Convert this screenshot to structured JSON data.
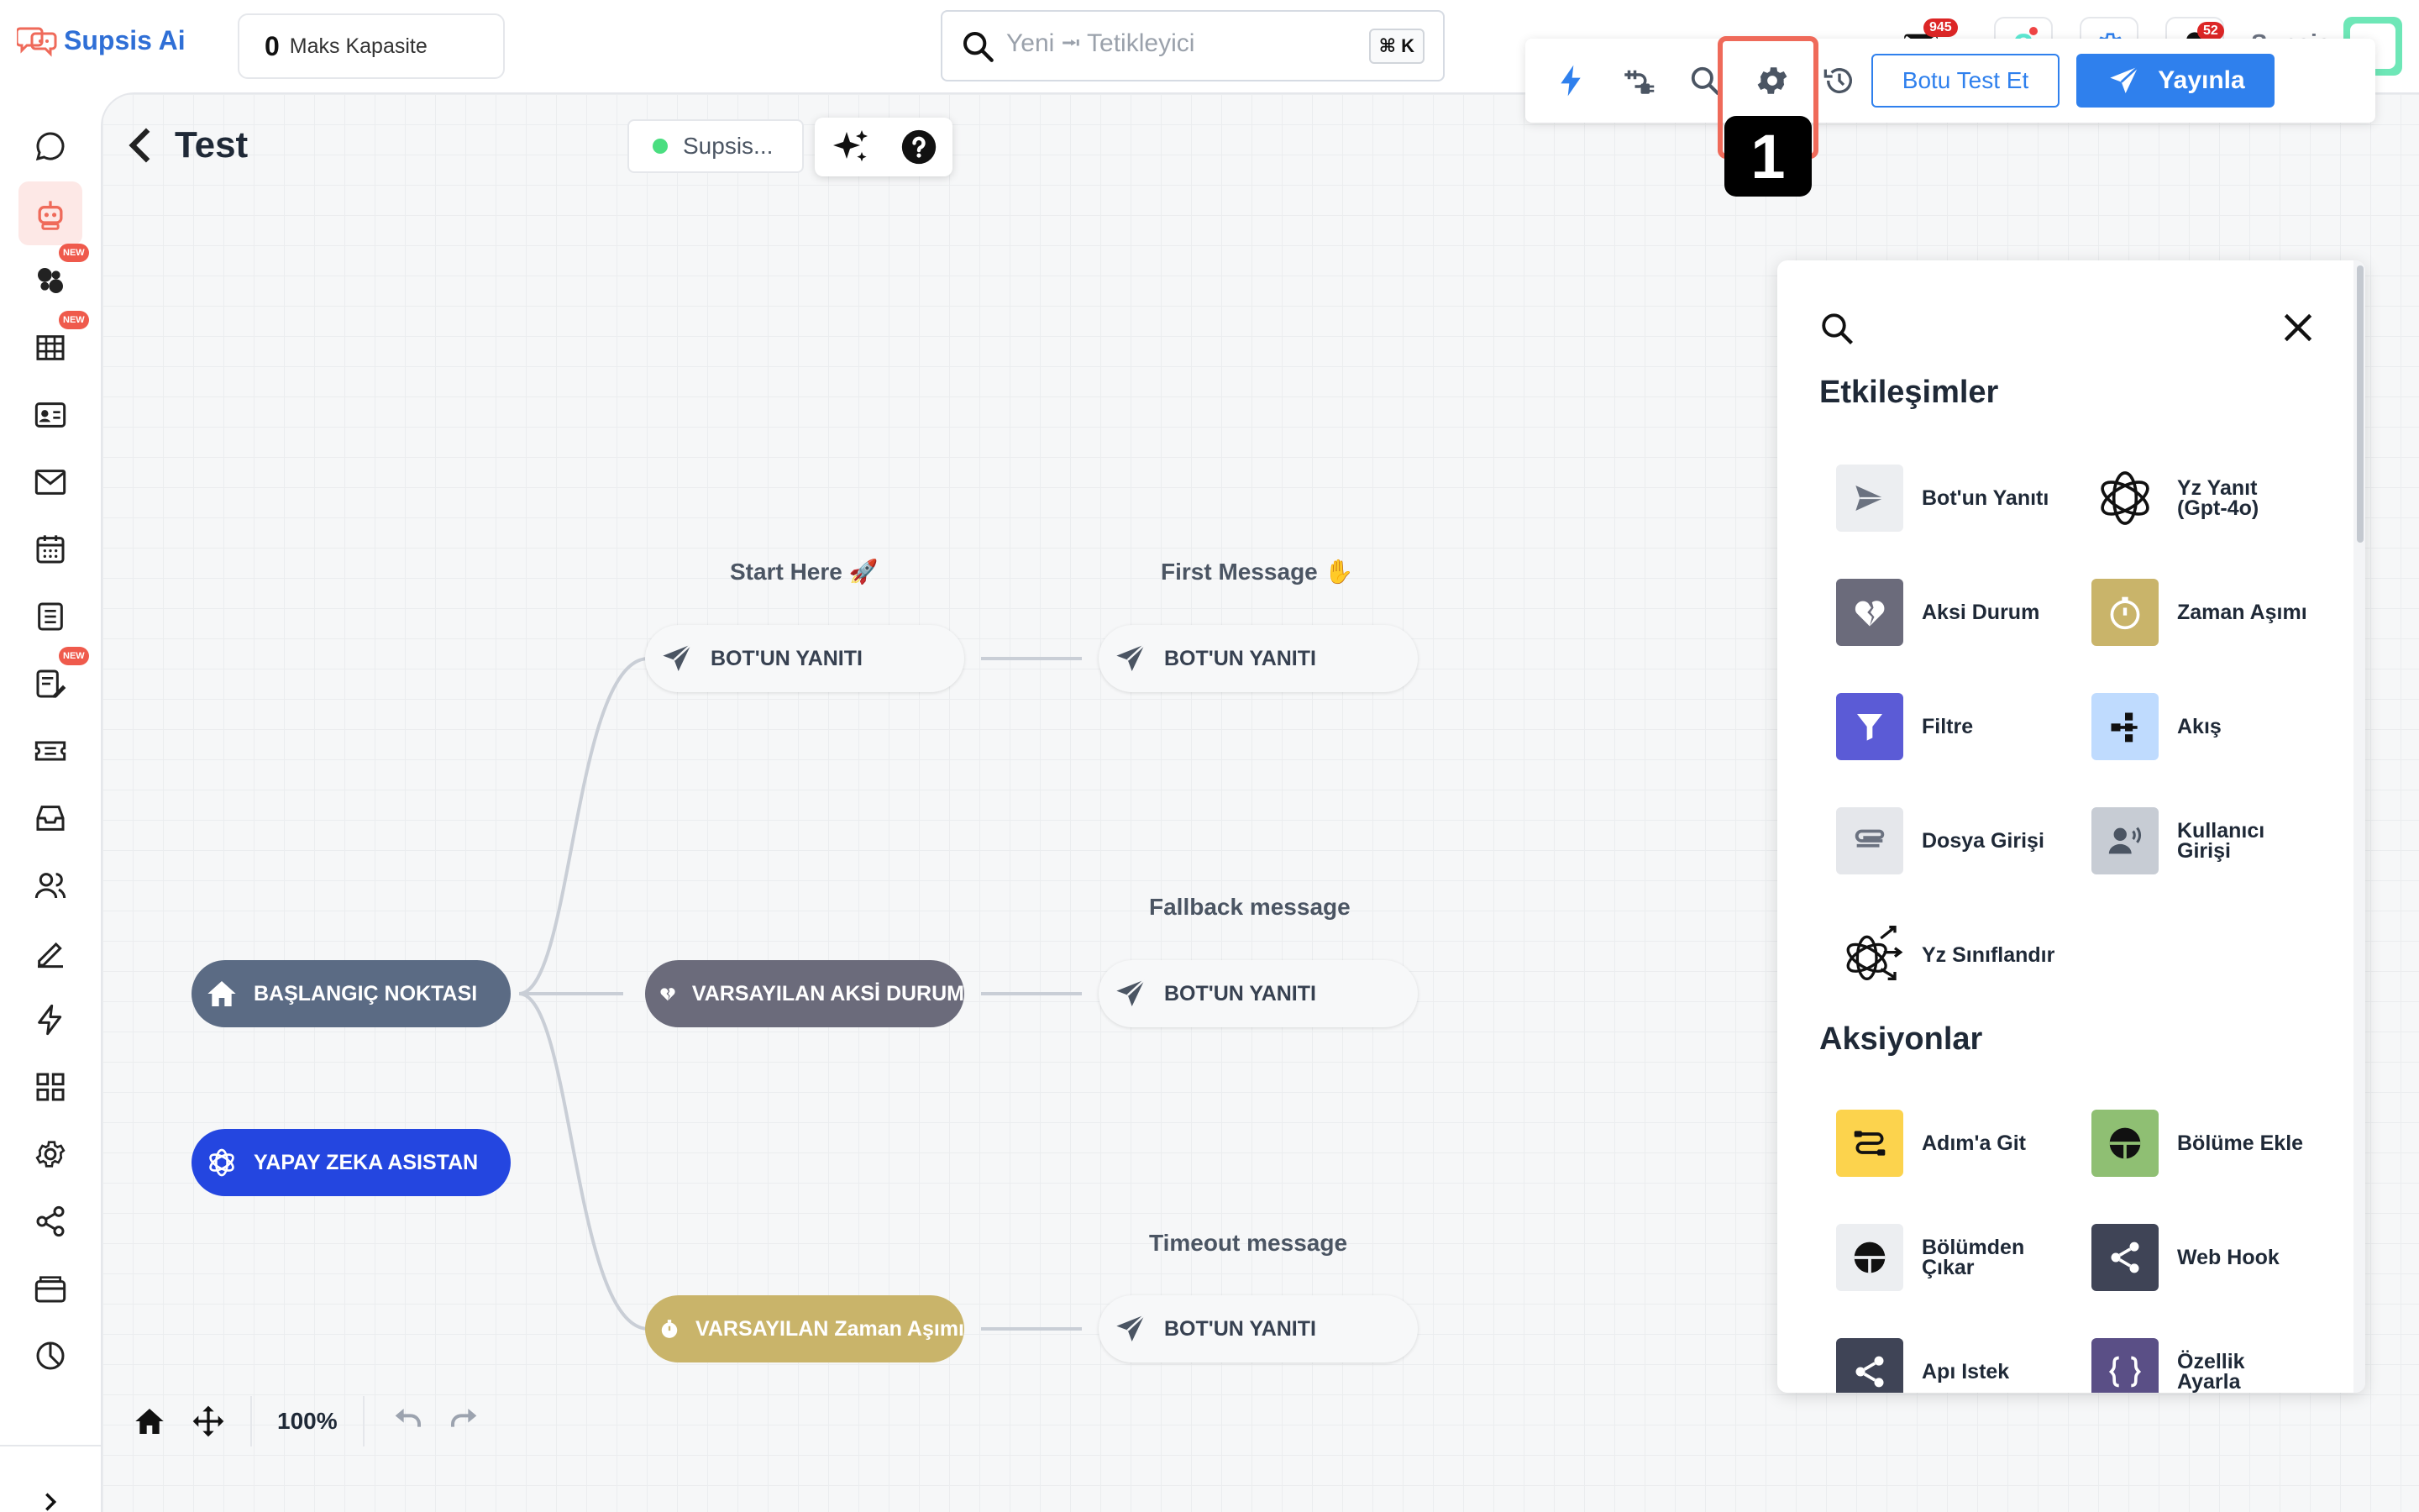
{
  "app": {
    "logo_text": "Supsis Ai"
  },
  "header": {
    "capacity_value": "0",
    "capacity_label": "Maks Kapasite",
    "search_placeholder": "Yeni ⭲ Tetikleyici",
    "search_shortcut": "⌘ K",
    "mail_badge": "945",
    "notification_badge": "52",
    "user_name": "Supsis"
  },
  "sidebar": {
    "new_badge": "NEW",
    "items": [
      {
        "icon": "chat-bubble-icon"
      },
      {
        "icon": "bot-icon",
        "active": true
      },
      {
        "icon": "integrations-icon",
        "new": true
      },
      {
        "icon": "table-icon",
        "new": true
      },
      {
        "icon": "contact-card-icon"
      },
      {
        "icon": "mail-icon"
      },
      {
        "icon": "calendar-icon"
      },
      {
        "icon": "list-icon"
      },
      {
        "icon": "form-edit-icon",
        "new": true
      },
      {
        "icon": "ticket-icon"
      },
      {
        "icon": "inbox-icon"
      },
      {
        "icon": "users-icon"
      },
      {
        "icon": "signature-icon"
      },
      {
        "icon": "lightning-icon"
      },
      {
        "icon": "apps-grid-icon"
      },
      {
        "icon": "settings-icon"
      },
      {
        "icon": "share-icon"
      },
      {
        "icon": "billing-icon"
      },
      {
        "icon": "analytics-icon"
      }
    ]
  },
  "canvas": {
    "title": "Test",
    "status_label": "Supsis...",
    "toolbar": {
      "test_label": "Botu Test Et",
      "publish_label": "Yayınla"
    },
    "step_marker": "1",
    "zoom_level": "100%",
    "labels": {
      "start_here": "Start Here 🚀",
      "first_message": "First Message ✋",
      "fallback": "Fallback message",
      "timeout": "Timeout message"
    },
    "nodes": {
      "bot_reply": "BOT'UN YANITI",
      "start": "BAŞLANGIÇ NOKTASI",
      "ai_assistant": "YAPAY ZEKA ASISTAN",
      "default_negative": "VARSAYILAN AKSİ DURUM",
      "default_timeout": "VARSAYILAN Zaman Aşımı"
    }
  },
  "panel": {
    "section_interactions": "Etkileşimler",
    "section_actions": "Aksiyonlar",
    "interactions": [
      {
        "label": "Bot'un Yanıtı",
        "icon": "send-icon",
        "color": "#eceef1"
      },
      {
        "label": "Yz Yanıt (Gpt-4o)",
        "icon": "openai-icon",
        "color": "#ffffff"
      },
      {
        "label": "Aksi Durum",
        "icon": "broken-heart-icon",
        "color": "#6b6b7b"
      },
      {
        "label": "Zaman Aşımı",
        "icon": "timer-icon",
        "color": "#c9b46a"
      },
      {
        "label": "Filtre",
        "icon": "filter-icon",
        "color": "#5b5bd6"
      },
      {
        "label": "Akış",
        "icon": "flow-icon",
        "color": "#bfdbfe"
      },
      {
        "label": "Dosya Girişi",
        "icon": "paperclip-icon",
        "color": "#e5e7eb"
      },
      {
        "label": "Kullanıcı Girişi",
        "icon": "user-voice-icon",
        "color": "#c7ccd4"
      },
      {
        "label": "Yz Sınıflandır",
        "icon": "ai-classify-icon",
        "color": "#ffffff"
      }
    ],
    "actions": [
      {
        "label": "Adım'a Git",
        "icon": "goto-step-icon",
        "color": "#fcd34d"
      },
      {
        "label": "Bölüme Ekle",
        "icon": "segment-add-icon",
        "color": "#8fbf73"
      },
      {
        "label": "Bölümden Çıkar",
        "icon": "segment-remove-icon",
        "color": "#eceef1"
      },
      {
        "label": "Web Hook",
        "icon": "webhook-icon",
        "color": "#3f4456"
      },
      {
        "label": "Apı Istek",
        "icon": "api-request-icon",
        "color": "#3f4456"
      },
      {
        "label": "Özellik Ayarla",
        "icon": "braces-icon",
        "color": "#5a4f86"
      }
    ]
  }
}
